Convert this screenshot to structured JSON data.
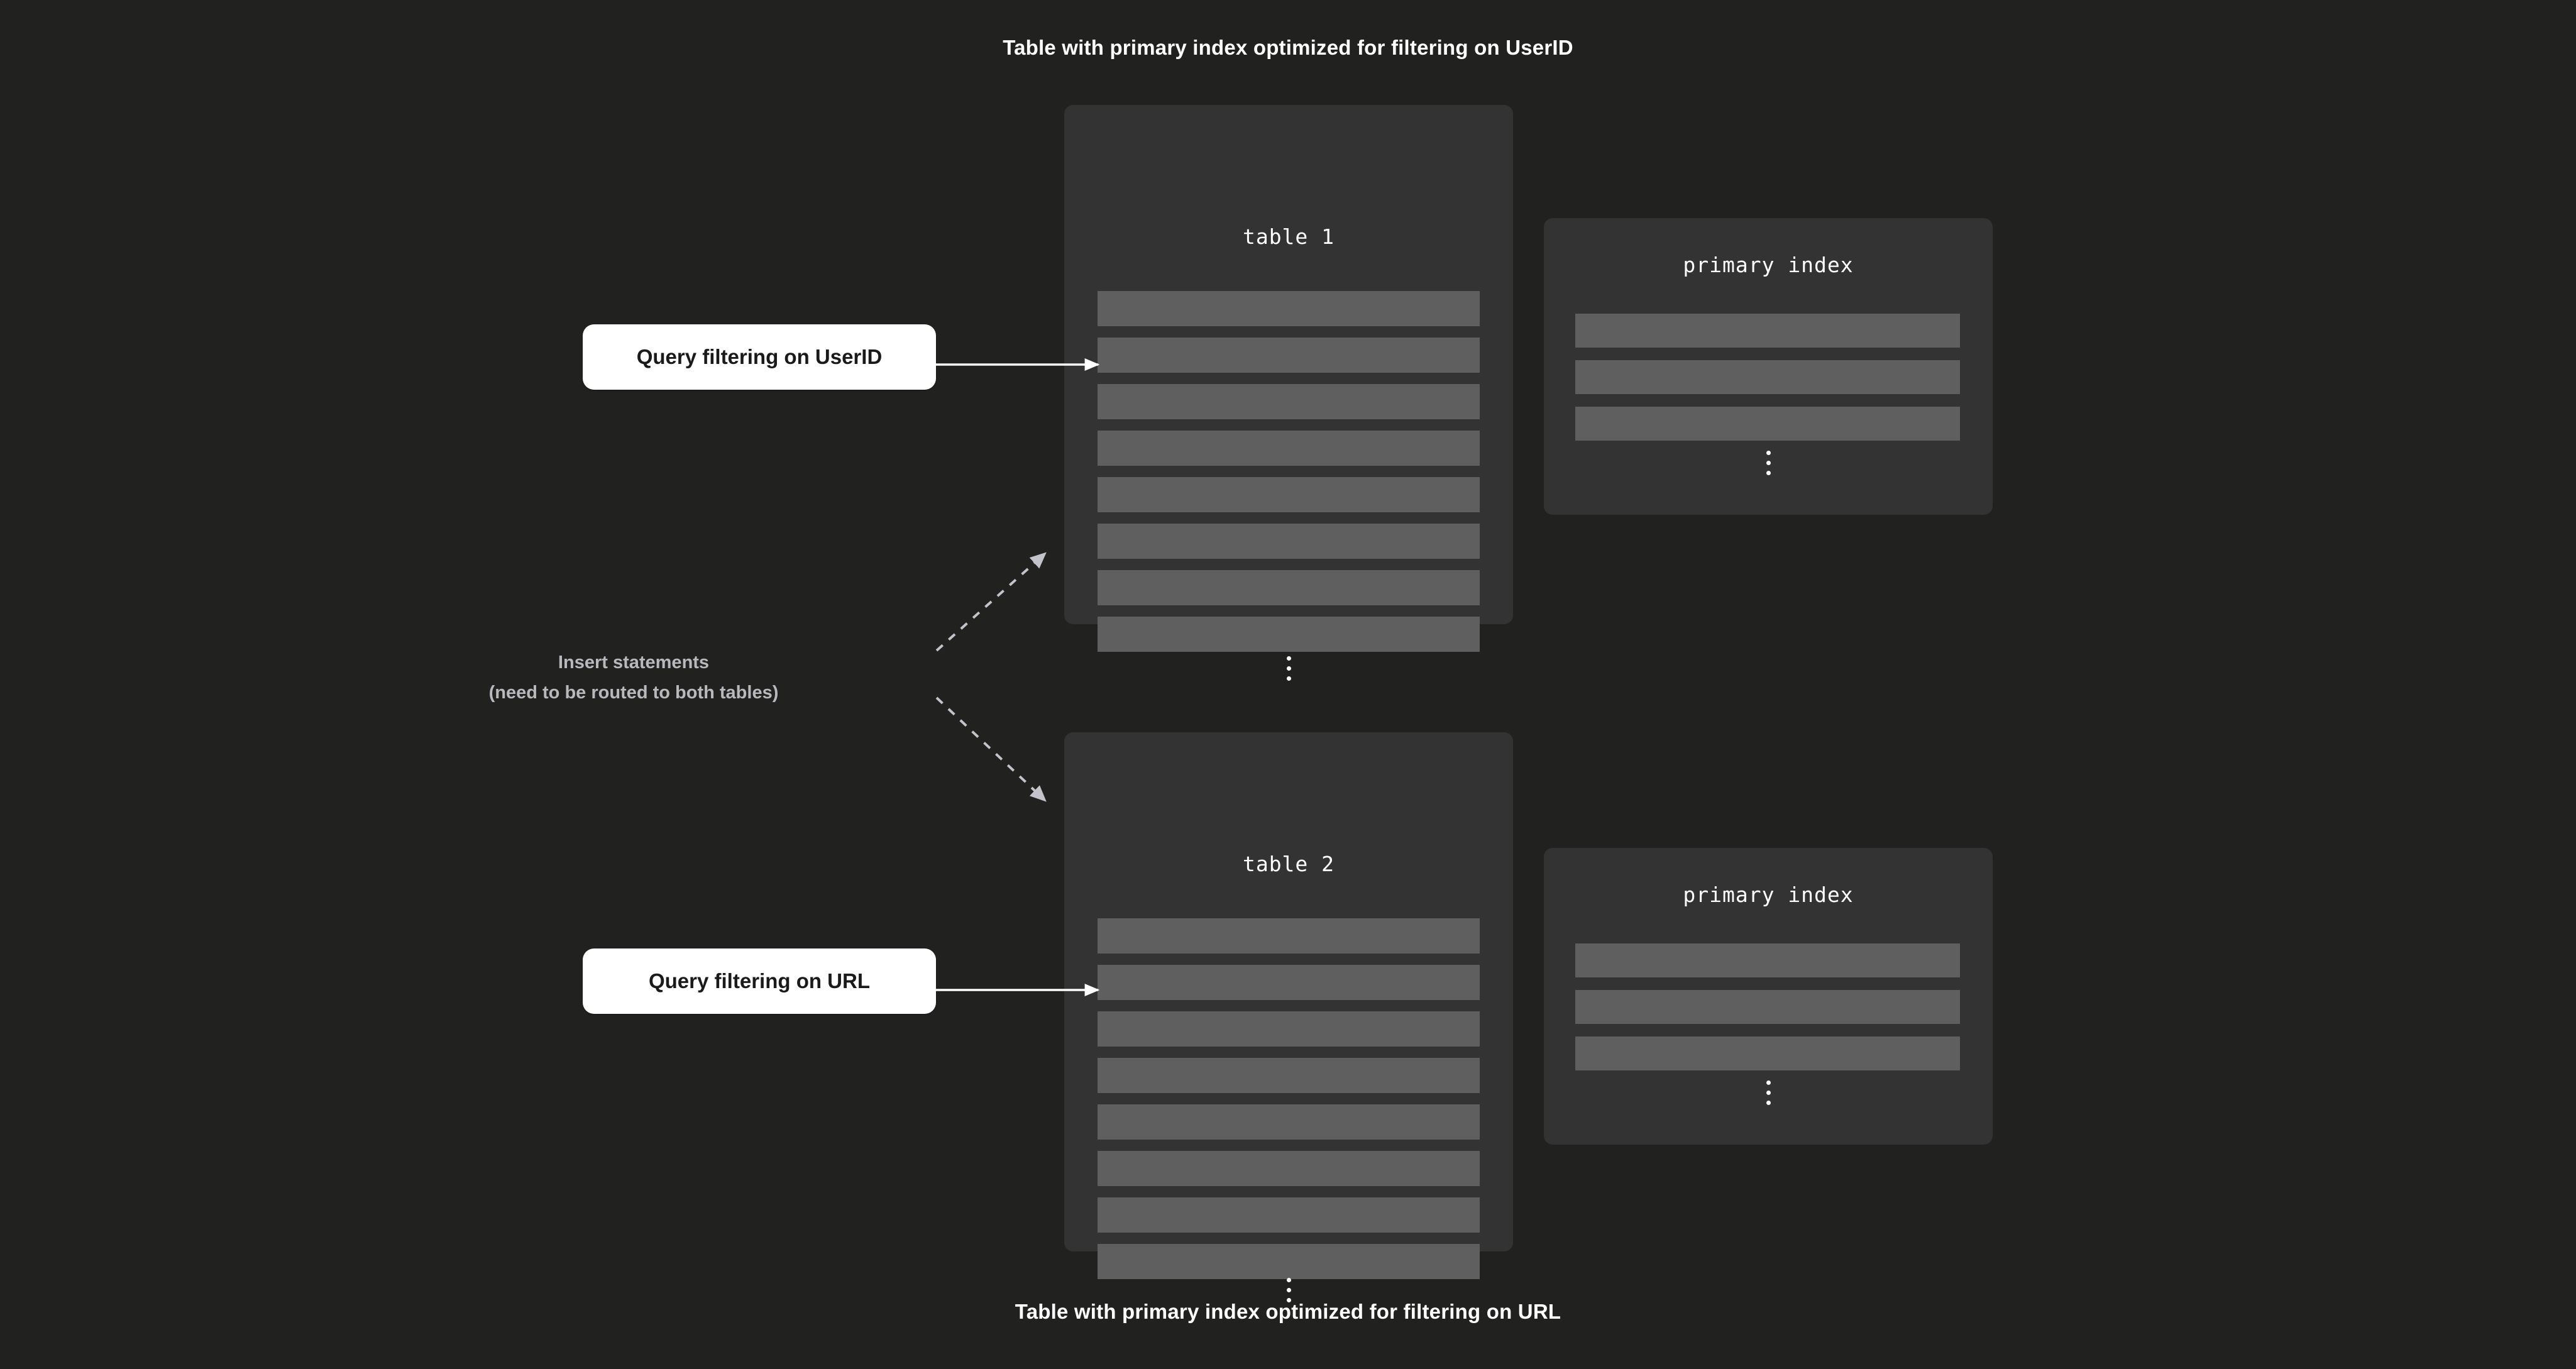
{
  "background_color": "#21211f",
  "captions": {
    "top": "Table with primary index optimized for filtering on UserID",
    "bottom": "Table with primary index optimized for filtering on URL"
  },
  "tables": [
    {
      "title": "table 1",
      "row_count": 8,
      "row_color": "#5f5f5f",
      "panel_color": "#333333",
      "truncation_marker": "vertical-ellipsis"
    },
    {
      "title": "table 2",
      "row_count": 8,
      "row_color": "#5f5f5f",
      "panel_color": "#333333",
      "truncation_marker": "vertical-ellipsis"
    }
  ],
  "indexes": [
    {
      "title": "primary index",
      "row_count": 3,
      "row_color": "#5f5f5f",
      "panel_color": "#333333",
      "truncation_marker": "vertical-ellipsis"
    },
    {
      "title": "primary index",
      "row_count": 3,
      "row_color": "#5f5f5f",
      "panel_color": "#333333",
      "truncation_marker": "vertical-ellipsis"
    }
  ],
  "queries": [
    {
      "label": "Query filtering on UserID",
      "target": "table 1",
      "arrow_style": "solid",
      "arrow_color": "#ffffff"
    },
    {
      "label": "Query filtering on URL",
      "target": "table 2",
      "arrow_style": "solid",
      "arrow_color": "#ffffff"
    }
  ],
  "insert_note": {
    "line1": "Insert statements",
    "line2": "(need to be routed to both tables)",
    "text_color": "#b9b9bd",
    "arrow_style": "dashed",
    "arrow_color": "#c3c3cb",
    "targets": [
      "table 1",
      "table 2"
    ]
  }
}
